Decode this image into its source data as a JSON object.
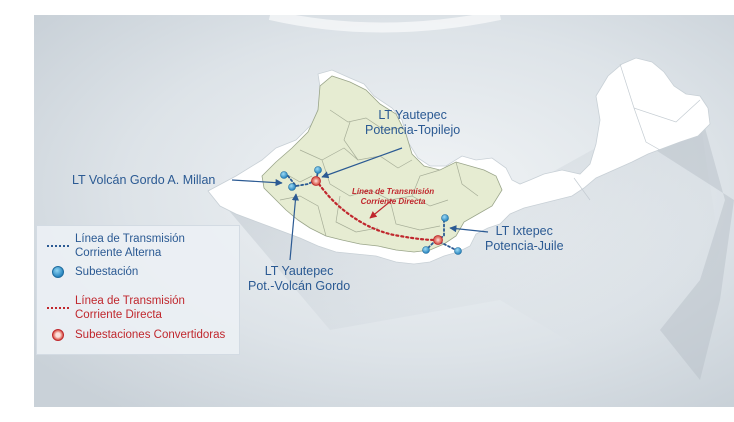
{
  "labels": {
    "yautepec_topilejo": [
      "LT Yautepec",
      "Potencia-Topilejo"
    ],
    "volcan_gordo_millan": [
      "LT Volcán Gordo A. Millan"
    ],
    "yautepec_volcan_gordo": [
      "LT Yautepec",
      "Pot.-Volcán Gordo"
    ],
    "ixtepec_juile": [
      "LT Ixtepec",
      "Potencia-Juile"
    ],
    "linea_cd": [
      "Línea de Transmisión",
      "Corriente Directa"
    ]
  },
  "legend": {
    "items": [
      {
        "symbol": "ac-line-icon",
        "lines": [
          "Línea de Transmisión",
          "Corriente Alterna"
        ],
        "color": "#2b5a93"
      },
      {
        "symbol": "substation-icon",
        "lines": [
          "Subestación"
        ],
        "color": "#2b5a93"
      },
      {
        "symbol": "dc-line-icon",
        "lines": [
          "Línea de Transmisión",
          "Corriente Directa"
        ],
        "color": "#c0272d"
      },
      {
        "symbol": "converter-substation-icon",
        "lines": [
          "Subestaciones Convertidoras"
        ],
        "color": "#c0272d"
      }
    ]
  },
  "colors": {
    "ac_blue": "#2b5a93",
    "dc_red": "#c0272d",
    "highlight_region": "#e6ecd2",
    "land": "#ffffff",
    "background": "#dfe5ea"
  }
}
